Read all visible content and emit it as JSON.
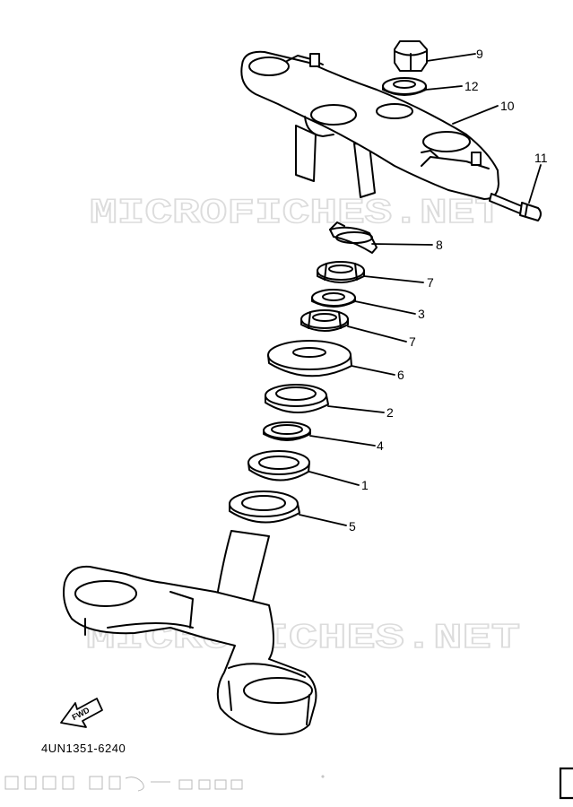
{
  "watermark": "MICROFICHES.NET",
  "part_labels": [
    "9",
    "12",
    "10",
    "11",
    "8",
    "7",
    "3",
    "7",
    "6",
    "2",
    "4",
    "1",
    "5"
  ],
  "direction_label": "FWD",
  "diagram_code": "4UN1351-6240",
  "colors": {
    "ink": "#000000",
    "watermark": "#e3e3e3",
    "paper": "#ffffff"
  }
}
